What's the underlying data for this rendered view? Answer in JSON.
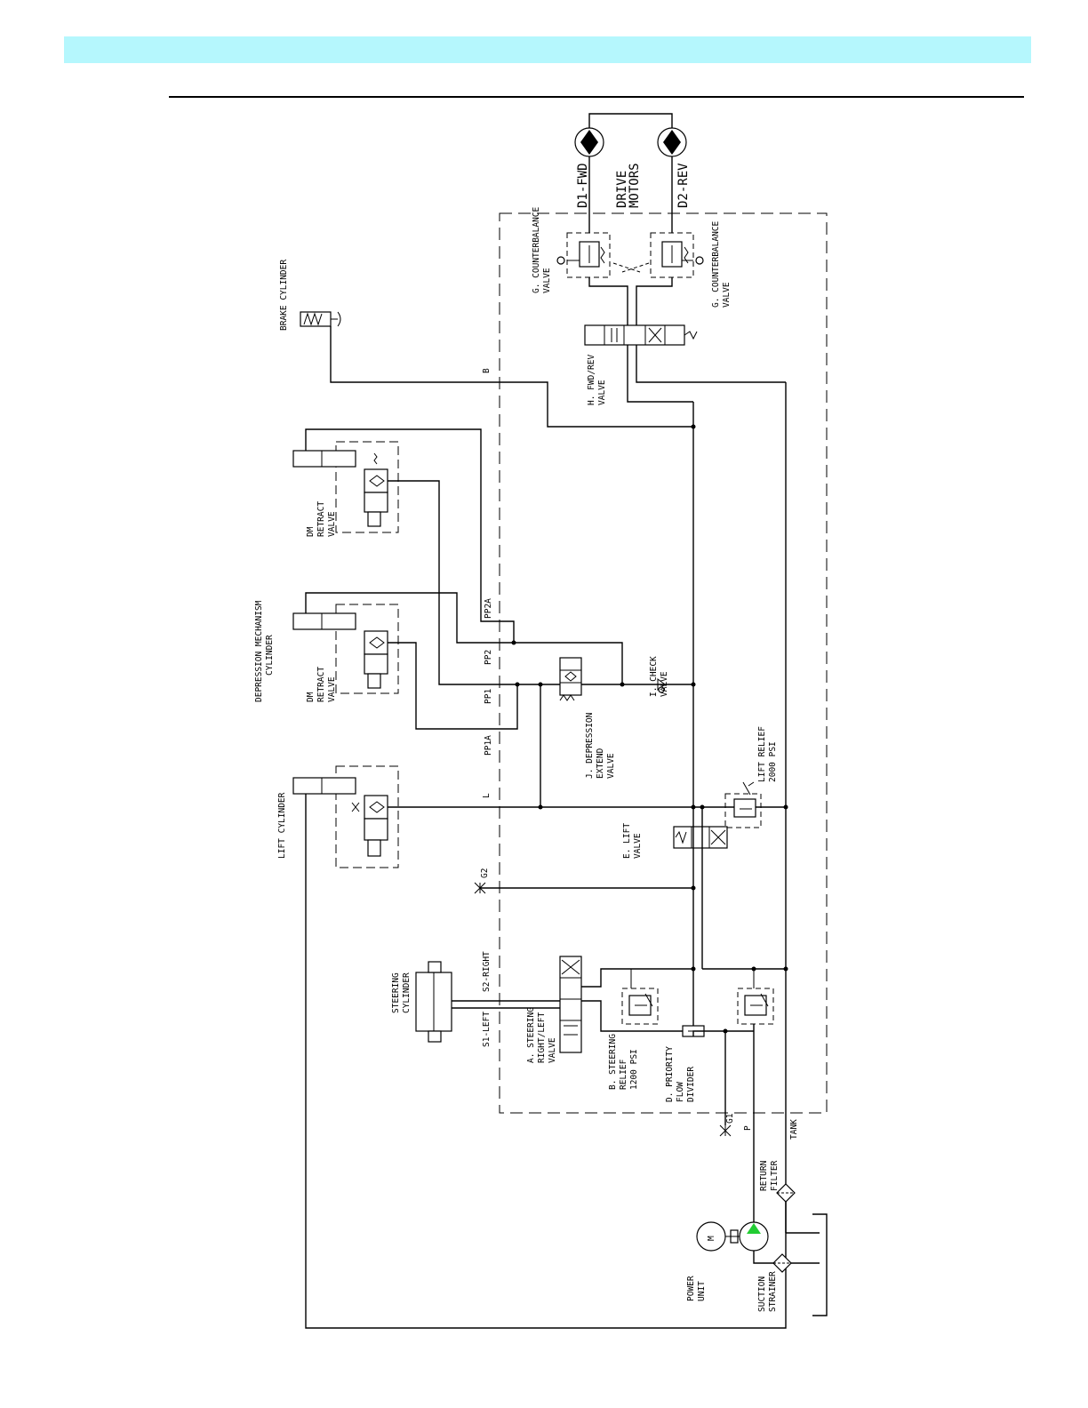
{
  "colors": {
    "band": "#b5f7fd",
    "pump_triangle": "#22cc33"
  },
  "labels": {
    "drive_motor_fwd": "D1-FWD",
    "drive_motor_rev": "D2-REV",
    "drive_motors_1": "DRIVE",
    "drive_motors_2": "MOTORS",
    "counterbalance_1_a": "G. COUNTERBALANCE",
    "counterbalance_1_b": "VALVE",
    "counterbalance_2_a": "G. COUNTERBALANCE",
    "counterbalance_2_b": "VALVE",
    "brake_cylinder": "BRAKE CYLINDER",
    "line_b": "B",
    "fwd_rev_valve_a": "H. FWD/REV",
    "fwd_rev_valve_b": "VALVE",
    "dm_retract_1_a": "DM",
    "dm_retract_1_b": "RETRACT",
    "dm_retract_1_c": "VALVE",
    "depression_cyl_a": "DEPRESSION MECHANISM",
    "depression_cyl_b": "CYLINDER",
    "dm_retract_2_a": "DM",
    "dm_retract_2_b": "RETRACT",
    "dm_retract_2_c": "VALVE",
    "port_pp2a": "PP2A",
    "port_pp2": "PP2",
    "port_pp1": "PP1",
    "port_pp1a": "PP1A",
    "check_valve_a": "I. CHECK",
    "check_valve_b": "VALVE",
    "depression_extend_a": "J. DEPRESSION",
    "depression_extend_b": "EXTEND",
    "depression_extend_c": "VALVE",
    "lift_relief_a": "LIFT RELIEF",
    "lift_relief_b": "2000 PSI",
    "lift_cylinder": "LIFT CYLINDER",
    "port_l": "L",
    "lift_valve_a": "E. LIFT",
    "lift_valve_b": "VALVE",
    "gauge_g2": "G2",
    "steering_cyl_a": "STEERING",
    "steering_cyl_b": "CYLINDER",
    "port_s2": "S2-RIGHT",
    "port_s1": "S1-LEFT",
    "steering_valve_a": "A. STEERING",
    "steering_valve_b": "RIGHT/LEFT",
    "steering_valve_c": "VALVE",
    "steering_relief_a": "B. STEERING",
    "steering_relief_b": "RELIEF",
    "steering_relief_c": "1200 PSI",
    "priority_a": "D. PRIORITY",
    "priority_b": "FLOW",
    "priority_c": "DIVIDER",
    "gauge_g1": "G1",
    "port_p": "P",
    "port_tank": "TANK",
    "return_filter_a": "RETURN",
    "return_filter_b": "FILTER",
    "motor_m": "M",
    "power_unit_a": "POWER",
    "power_unit_b": "UNIT",
    "suction_a": "SUCTION",
    "suction_b": "STRAINER"
  }
}
